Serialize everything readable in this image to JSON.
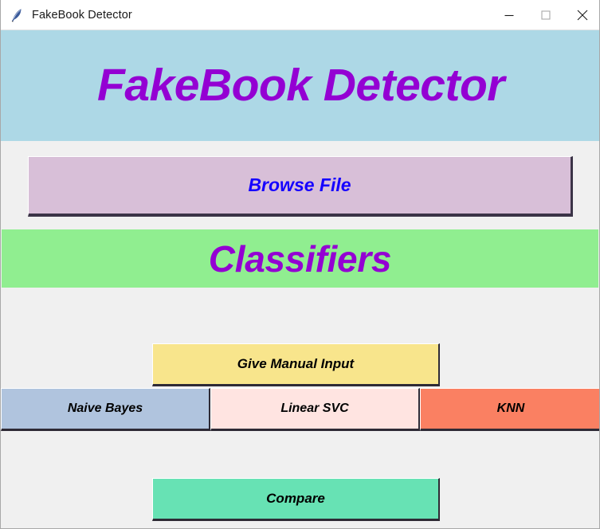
{
  "window": {
    "title": "FakeBook Detector",
    "icon": "feather-quill-icon",
    "controls": {
      "minimize": "minimize-icon",
      "maximize": "maximize-icon",
      "close": "close-icon"
    }
  },
  "header": {
    "title": "FakeBook Detector",
    "background_color": "#add8e6",
    "text_color": "#9400d3"
  },
  "browse": {
    "label": "Browse File",
    "background_color": "#d8bfd8",
    "text_color": "#1500ff"
  },
  "classifiers_section": {
    "heading": "Classifiers",
    "background_color": "#90ee90",
    "text_color": "#9400d3"
  },
  "buttons": {
    "manual_input": {
      "label": "Give Manual Input",
      "background_color": "#f8e58c"
    },
    "compare": {
      "label": "Compare",
      "background_color": "#67e2b4"
    }
  },
  "classifiers": [
    {
      "label": "Naive Bayes",
      "background_color": "#b0c4de"
    },
    {
      "label": "Linear SVC",
      "background_color": "#ffe4e1"
    },
    {
      "label": "KNN",
      "background_color": "#fa8062"
    }
  ]
}
